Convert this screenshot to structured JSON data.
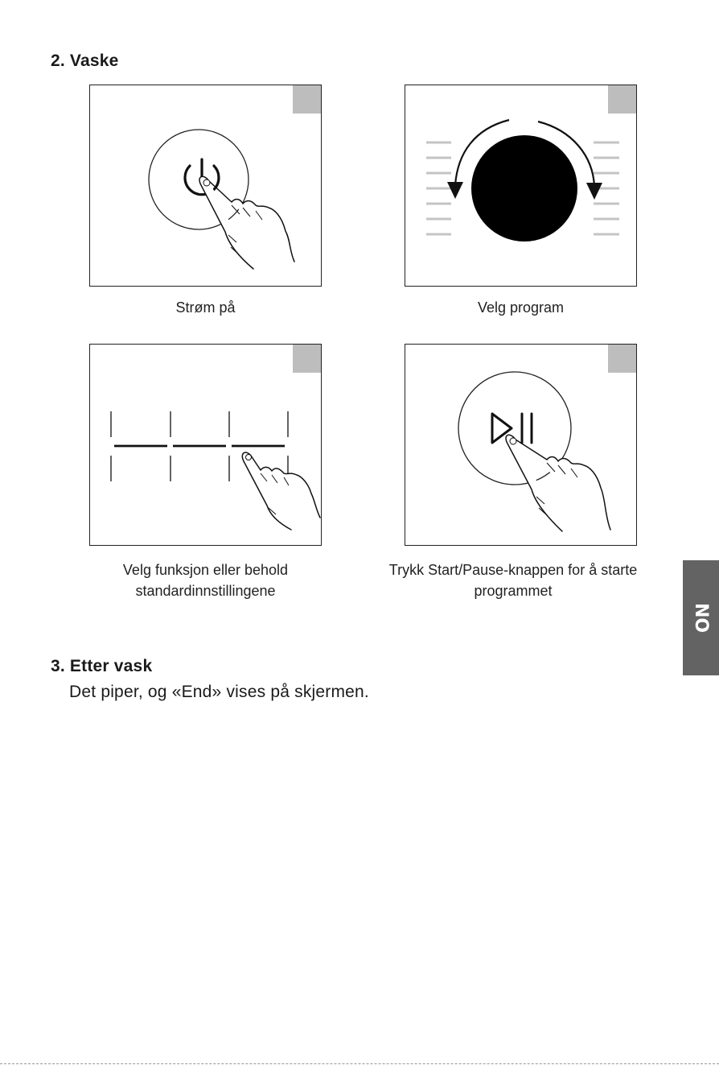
{
  "section2": {
    "number": "2.",
    "title": "Vaske"
  },
  "steps": [
    {
      "caption": "Strøm på",
      "icon": "power-button-press"
    },
    {
      "caption": "Velg program",
      "icon": "program-dial"
    },
    {
      "caption_lines": [
        "Velg funksjon eller behold",
        "standardinnstillingene"
      ],
      "icon": "function-selector"
    },
    {
      "caption_lines": [
        "Trykk Start/Pause-knappen for å starte",
        "programmet"
      ],
      "icon": "start-pause-button"
    }
  ],
  "section3": {
    "number": "3.",
    "title": "Etter vask",
    "text": "Det piper, og «End» vises på skjermen."
  },
  "side_tab": {
    "label": "NO"
  },
  "colors": {
    "corner_tab": "#bdbdbd",
    "side_tab": "#636363",
    "dial": "#000000"
  }
}
